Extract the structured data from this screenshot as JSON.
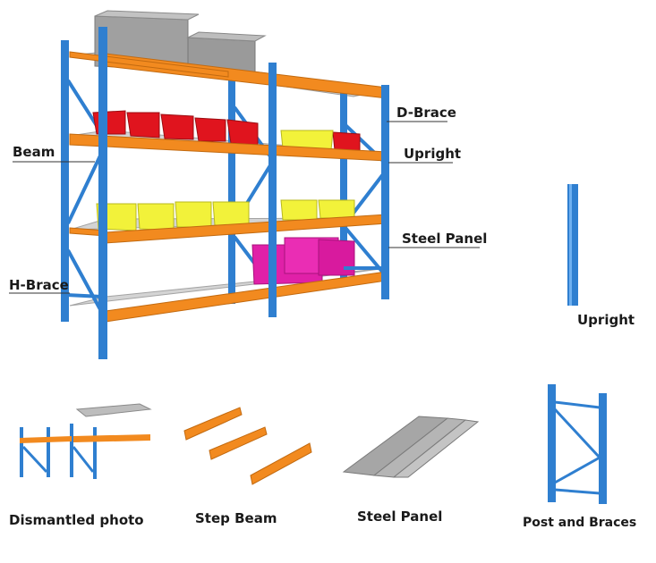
{
  "colors": {
    "upright_blue": "#2f7fd0",
    "beam_orange": "#f28a1f",
    "panel_gray": "#c8c8c8",
    "bin_red": "#e0141e",
    "bin_yellow": "#f2f23a",
    "box_magenta": "#e020a8",
    "crate_gray": "#9a9a9a"
  },
  "callouts": {
    "d_brace": "D-Brace",
    "beam": "Beam",
    "upright": "Upright",
    "steel_panel": "Steel Panel",
    "h_brace": "H-Brace"
  },
  "side_part": {
    "upright_caption": "Upright"
  },
  "parts": {
    "dismantled": "Dismantled photo",
    "step_beam": "Step Beam",
    "steel_panel": "Steel Panel",
    "post_and_braces": "Post and Braces"
  }
}
